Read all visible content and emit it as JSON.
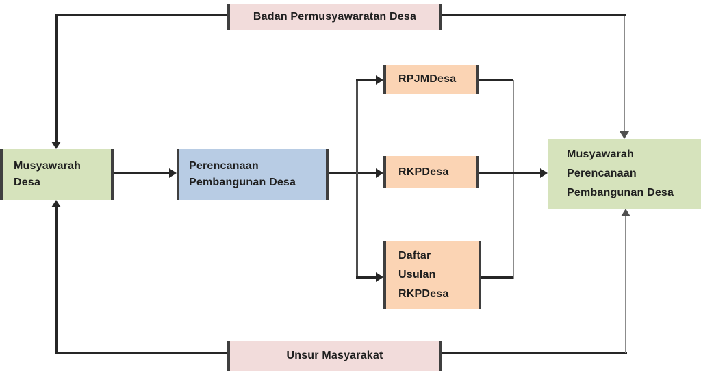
{
  "figure": {
    "type": "flowchart",
    "background": "#ffffff"
  },
  "colors": {
    "pink": "#f2dcdb",
    "green": "#d6e3bc",
    "blue": "#b8cce4",
    "orange": "#fbd4b4",
    "line_bold": "#262626",
    "line_light": "#8c8c8c",
    "text": "#1f1f1f"
  },
  "nodes": {
    "badan_permusyawaratan": {
      "label": "Badan Permusyawaratan Desa"
    },
    "musyawarah_desa": {
      "label": "Musyawarah\nDesa"
    },
    "perencanaan_pembangunan": {
      "label": "Perencanaan\nPembangunan Desa"
    },
    "rpjmdesa": {
      "label": "RPJMDesa"
    },
    "rkpdesa": {
      "label": "RKPDesa"
    },
    "daftar_usulan_rkpdesa": {
      "label": "Daftar\nUsulan\nRKPDesa"
    },
    "musyawarah_perencanaan": {
      "label": "Musyawarah\nPerencanaan\nPembangunan Desa"
    },
    "unsur_masyarakat": {
      "label": "Unsur Masyarakat"
    }
  },
  "edges": [
    {
      "from": "badan_permusyawaratan",
      "to": "musyawarah_desa",
      "style": "arrow"
    },
    {
      "from": "badan_permusyawaratan",
      "to": "musyawarah_perencanaan",
      "style": "arrow"
    },
    {
      "from": "musyawarah_desa",
      "to": "perencanaan_pembangunan",
      "style": "arrow"
    },
    {
      "from": "perencanaan_pembangunan",
      "to": "rpjmdesa",
      "style": "arrow"
    },
    {
      "from": "perencanaan_pembangunan",
      "to": "rkpdesa",
      "style": "arrow"
    },
    {
      "from": "perencanaan_pembangunan",
      "to": "daftar_usulan_rkpdesa",
      "style": "arrow"
    },
    {
      "from": "rpjmdesa",
      "to": "musyawarah_perencanaan",
      "style": "join"
    },
    {
      "from": "rkpdesa",
      "to": "musyawarah_perencanaan",
      "style": "arrow"
    },
    {
      "from": "daftar_usulan_rkpdesa",
      "to": "musyawarah_perencanaan",
      "style": "join"
    },
    {
      "from": "unsur_masyarakat",
      "to": "musyawarah_desa",
      "style": "arrow"
    },
    {
      "from": "unsur_masyarakat",
      "to": "musyawarah_perencanaan",
      "style": "arrow"
    }
  ]
}
